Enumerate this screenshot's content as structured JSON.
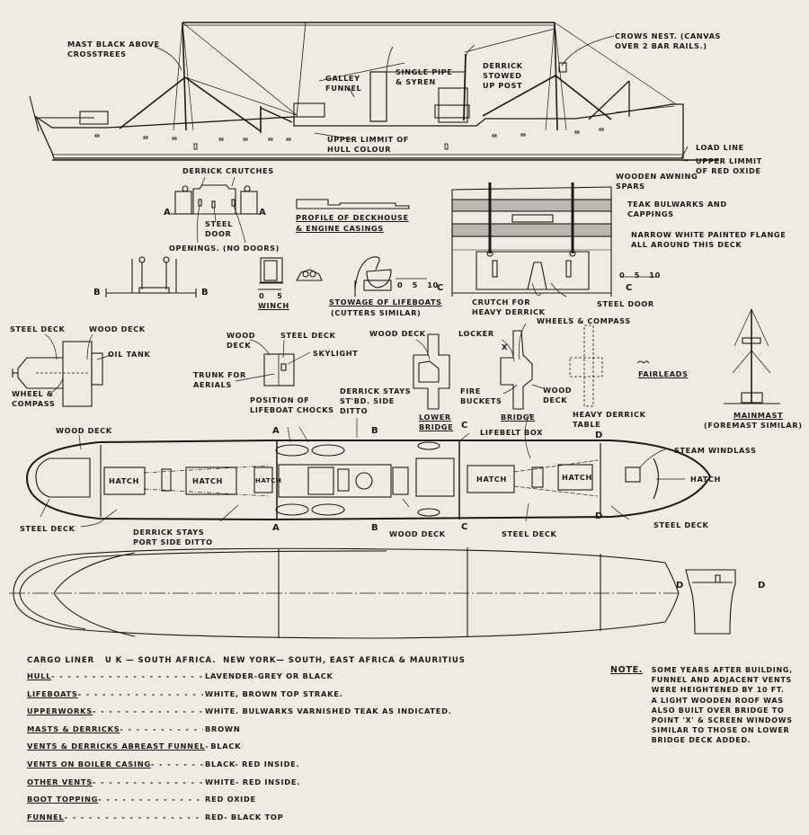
{
  "profile_labels": {
    "mast_black": "MAST BLACK ABOVE\nCROSSTREES",
    "galley_funnel": "GALLEY\nFUNNEL",
    "single_pipe": "SINGLE PIPE\n& SYREN",
    "derrick_stowed": "DERRICK\nSTOWED\nUP POST",
    "crows_nest": "CROWS NEST. (CANVAS\nOVER 2 BAR RAILS.)",
    "upper_limit_hull": "UPPER LIMMIT OF\nHULL COLOUR",
    "load_line": "LOAD LINE",
    "upper_limit_red": "UPPER LIMMIT\nOF RED OXIDE"
  },
  "section_a": {
    "derrick_crutches": "DERRICK CRUTCHES",
    "steel_door": "STEEL\nDOOR",
    "openings": "OPENINGS. (NO DOORS)",
    "mark": "A"
  },
  "section_b": {
    "mark": "B"
  },
  "deckhouse_profile": {
    "title_line1": "PROFILE OF DECKHOUSE",
    "title_line2": "& ENGINE CASINGS"
  },
  "winch": {
    "title": "WINCH",
    "scale": "0    5"
  },
  "lifeboats_stowage": {
    "title": "STOWAGE OF LIFEBOATS",
    "subtitle": "(CUTTERS SIMILAR)",
    "scale": "0   5   10"
  },
  "section_c": {
    "mark": "C",
    "wooden_awning": "WOODEN AWNING\nSPARS",
    "teak_bulwarks": "TEAK BULWARKS AND\nCAPPINGS",
    "narrow_flange": "NARROW WHITE PAINTED FLANGE\nALL AROUND THIS DECK",
    "crutch": "CRUTCH FOR\nHEAVY DERRICK",
    "steel_door": "STEEL DOOR",
    "scale": "0   5   10"
  },
  "poop_plan": {
    "steel_deck": "STEEL DECK",
    "wood_deck": "WOOD DECK",
    "oil_tank": "OIL TANK",
    "wheel_compass": "WHEEL &\nCOMPASS"
  },
  "boat_deck_plan": {
    "wood_deck": "WOOD\nDECK",
    "steel_deck": "STEEL DECK",
    "skylight": "SKYLIGHT",
    "trunk": "TRUNK FOR\nAERIALS"
  },
  "lower_bridge": {
    "wood_deck": "WOOD DECK",
    "title": "LOWER\nBRIDGE"
  },
  "bridge": {
    "locker": "LOCKER",
    "x_mark": "X",
    "wheels_compass": "WHEELS & COMPASS",
    "fire_buckets": "FIRE\nBUCKETS",
    "wood_deck": "WOOD\nDECK",
    "title": "BRIDGE"
  },
  "fairleads": {
    "title": "FAIRLEADS"
  },
  "mainmast": {
    "title": "MAINMAST",
    "subtitle": "(FOREMAST SIMILAR)"
  },
  "deck_plan": {
    "wood_deck_aft": "WOOD DECK",
    "steel_deck_aft": "STEEL DECK",
    "lifeboat_chocks": "POSITION OF\nLIFEBOAT CHOCKS",
    "derrick_stays_stbd": "DERRICK STAYS\nST'BD. SIDE\nDITTO",
    "derrick_stays_port": "DERRICK STAYS\nPORT SIDE DITTO",
    "hatch": "HATCH",
    "lifebelt_box": "LIFEBELT BOX",
    "heavy_derrick_table": "HEAVY DERRICK\nTABLE",
    "steam_windlass": "STEAM WINDLASS",
    "hatch_fwd": "HATCH",
    "steel_deck_fwd": "STEEL DECK",
    "wood_deck_mid": "WOOD DECK",
    "steel_deck_mid": "STEEL DECK",
    "marks": {
      "a": "A",
      "b": "B",
      "c": "C",
      "d": "D"
    }
  },
  "body_plan": {
    "mark": "D"
  },
  "legend": {
    "title": "CARGO LINER   U K — SOUTH AFRICA.  NEW YORK— SOUTH, EAST AFRICA & MAURITIUS",
    "rows": [
      {
        "key": "HULL",
        "value": "LAVENDER-GREY OR BLACK"
      },
      {
        "key": "LIFEBOATS",
        "value": "WHITE, BROWN TOP STRAKE."
      },
      {
        "key": "UPPERWORKS",
        "value": "WHITE. BULWARKS VARNISHED TEAK AS INDICATED."
      },
      {
        "key": "MASTS & DERRICKS",
        "value": "BROWN"
      },
      {
        "key": "VENTS & DERRICKS ABREAST FUNNEL",
        "value": "BLACK"
      },
      {
        "key": "VENTS ON BOILER CASING",
        "value": "BLACK- RED INSIDE."
      },
      {
        "key": "OTHER VENTS",
        "value": "WHITE- RED INSIDE."
      },
      {
        "key": "BOOT TOPPING",
        "value": "RED OXIDE"
      },
      {
        "key": "FUNNEL",
        "value": "RED- BLACK TOP"
      }
    ]
  },
  "note": {
    "heading": "NOTE.",
    "text": "SOME YEARS AFTER BUILDING,\nFUNNEL AND ADJACENT VENTS\nWERE HEIGHTENED BY 10 FT.\nA LIGHT WOODEN ROOF WAS\nALSO BUILT OVER BRIDGE TO\nPOINT 'X' & SCREEN WINDOWS\nSIMILAR TO THOSE ON LOWER\nBRIDGE DECK ADDED."
  },
  "colors": {
    "paper": "#efebe2",
    "ink": "#1a1a1a"
  }
}
